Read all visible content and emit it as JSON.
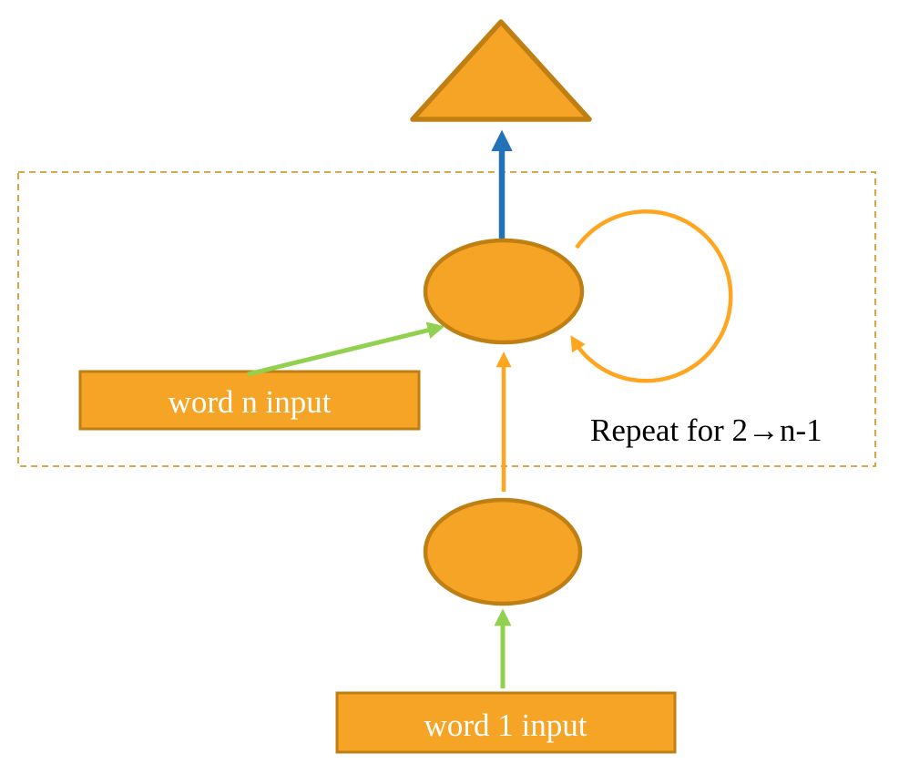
{
  "diagram": {
    "labels": {
      "word_n_input": "word n input",
      "word_1_input": "word 1 input",
      "repeat_note": "Repeat for 2→n-1"
    }
  },
  "colors": {
    "background": "#FFFFFF",
    "node_fill": "#F5A425",
    "node_stroke": "#C07F12",
    "arrow_orange": "#FFA51F",
    "arrow_green": "#92D050",
    "arrow_blue": "#2272B8",
    "dashed_border": "#D59B30",
    "note_text": "#000000",
    "box_text": "#FFFFFF"
  }
}
